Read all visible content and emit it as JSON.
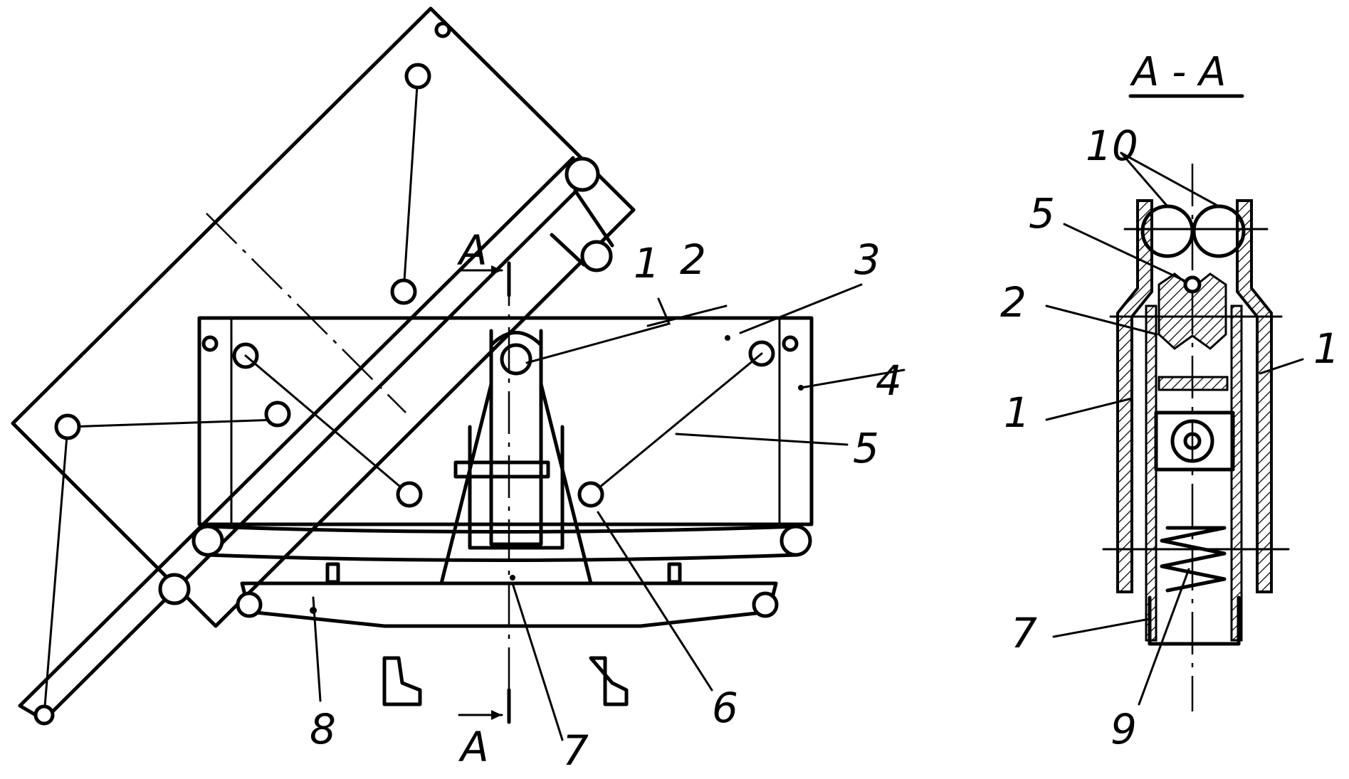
{
  "section_title": "A - A",
  "section_marks": {
    "top": "A",
    "bottom": "A"
  },
  "main_labels": {
    "l1": "1",
    "l2": "2",
    "l3": "3",
    "l4": "4",
    "l5": "5",
    "l6": "6",
    "l7": "7",
    "l8": "8"
  },
  "section_labels": {
    "l10": "10",
    "l5": "5",
    "l2": "2",
    "l1_left": "1",
    "l1_right": "1",
    "l7": "7",
    "l9": "9"
  }
}
